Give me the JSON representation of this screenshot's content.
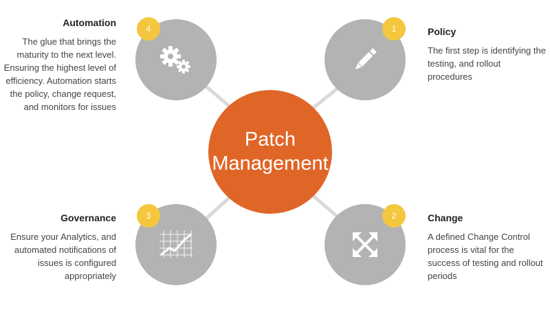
{
  "center": {
    "line1": "Patch",
    "line2": "Management",
    "color": "#e06628"
  },
  "colors": {
    "node": "#b3b3b3",
    "badge": "#f5c73e",
    "connector": "#d9d9d9"
  },
  "steps": [
    {
      "number": "1",
      "title": "Policy",
      "icon": "pencil-icon",
      "description": "The first step is identifying the testing, and rollout procedures"
    },
    {
      "number": "2",
      "title": "Change",
      "icon": "expand-arrows-icon",
      "description": "A defined Change Control process is vital for the success of testing and rollout periods"
    },
    {
      "number": "3",
      "title": "Governance",
      "icon": "growth-chart-icon",
      "description": "Ensure your Analytics, and automated notifications of issues is configured appropriately"
    },
    {
      "number": "4",
      "title": "Automation",
      "icon": "gears-icon",
      "description": "The glue that brings the maturity to the next level. Ensuring the highest level of efficiency. Automation starts the policy, change request, and monitors for issues"
    }
  ]
}
